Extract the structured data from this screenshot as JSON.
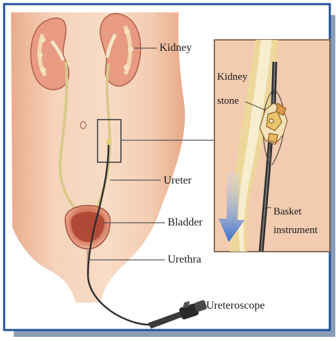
{
  "labels": {
    "kidney": "Kidney",
    "kidney_stone_line1": "Kidney",
    "kidney_stone_line2": "stone",
    "ureter": "Ureter",
    "bladder": "Bladder",
    "urethra": "Urethra",
    "basket_line1": "Basket",
    "basket_line2": "instrument",
    "ureteroscope": "Ureteroscope"
  },
  "colors": {
    "frame_border": "#1f4f95",
    "skin": "#f3c9ae",
    "kidney_tissue": "#e89a82",
    "ureter": "#d8c98c",
    "inset_tissue": "#f0c6a6",
    "flow_arrow": "#3d6fd0",
    "scope": "#2e2e2e"
  }
}
